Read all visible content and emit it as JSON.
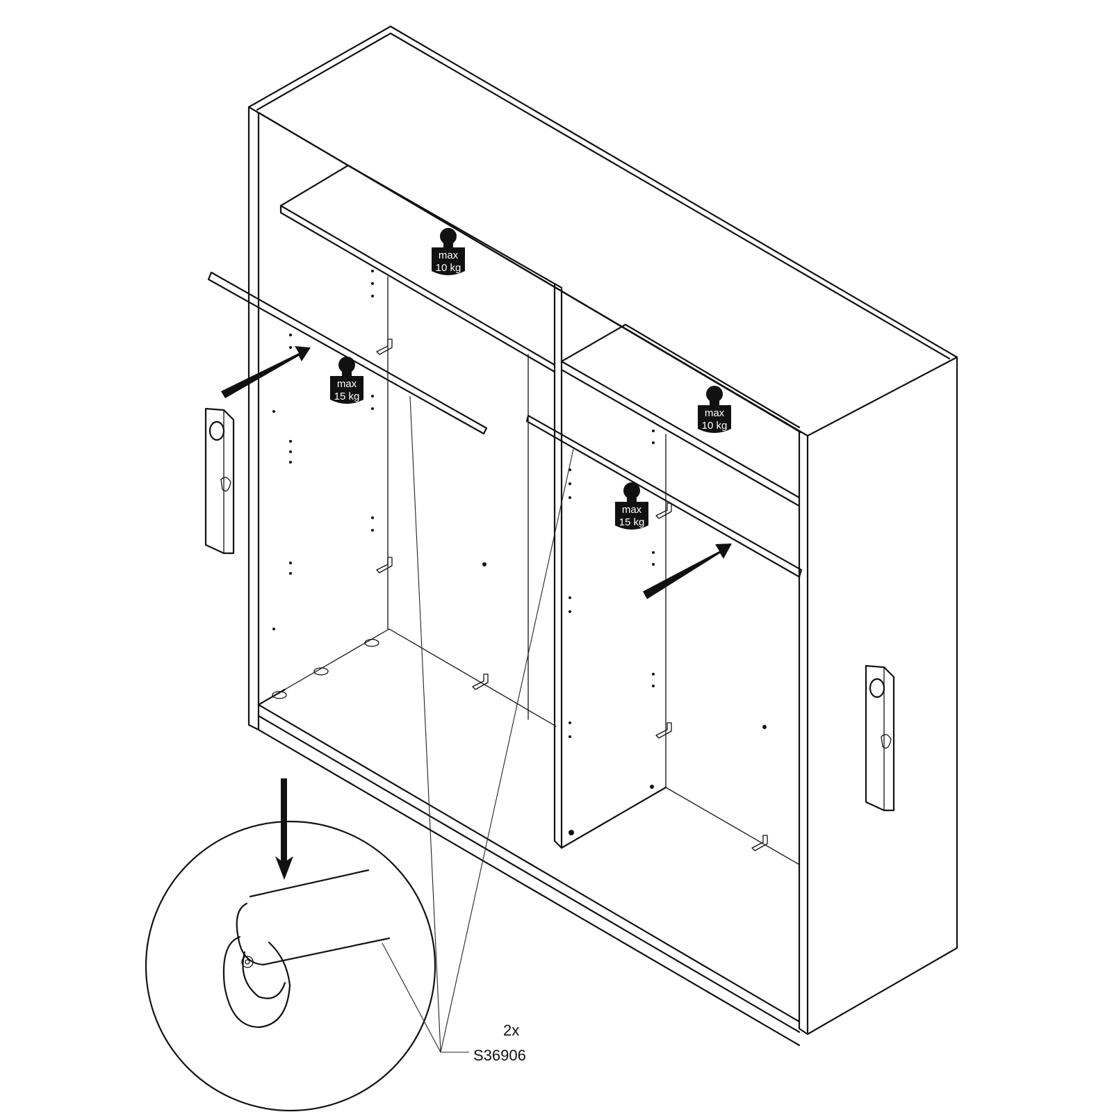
{
  "weights": [
    {
      "id": "top-shelf",
      "line1": "max",
      "line2": "10 kg"
    },
    {
      "id": "left-rail",
      "line1": "max",
      "line2": "15 kg"
    },
    {
      "id": "right-shelf",
      "line1": "max",
      "line2": "10 kg"
    },
    {
      "id": "right-rail",
      "line1": "max",
      "line2": "15 kg"
    }
  ],
  "part": {
    "quantity": "2x",
    "code": "S36906"
  },
  "colors": {
    "line": "#111111",
    "fill": "#ffffff"
  },
  "icons": [
    "weight-icon",
    "arrow-icon",
    "rail-bracket-icon"
  ]
}
